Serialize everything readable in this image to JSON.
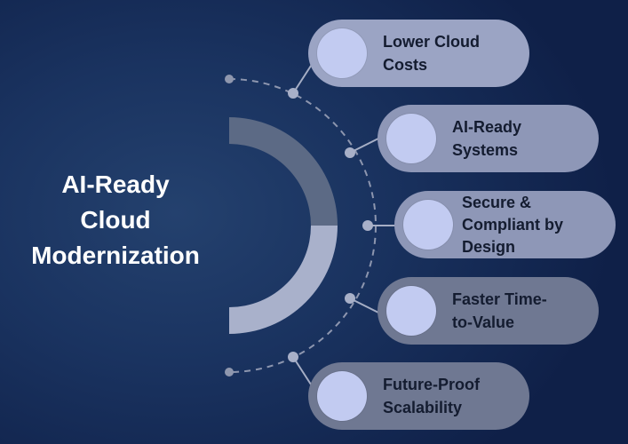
{
  "title": {
    "line1": "AI-Ready",
    "line2": "Cloud",
    "line3": "Modernization"
  },
  "colors": {
    "background": "#1a3360",
    "arc_upper": "#5c6a85",
    "arc_lower": "#a9b1cb",
    "pill_light": "#9ba4c4",
    "pill_mid": "#8e97b7",
    "pill_dark": "#6f7892",
    "circle": "#c2cbf1",
    "connector": "#a6aec5"
  },
  "items": [
    {
      "icon": "circle-icon",
      "line1": "Lower Cloud",
      "line2": "Costs"
    },
    {
      "icon": "circle-icon",
      "line1": "AI-Ready",
      "line2": "Systems"
    },
    {
      "icon": "circle-icon",
      "line1": "Secure &",
      "line2": "Compliant by",
      "line3": "Design"
    },
    {
      "icon": "circle-icon",
      "line1": "Faster Time-",
      "line2": "to-Value"
    },
    {
      "icon": "circle-icon",
      "line1": "Future-Proof",
      "line2": "Scalability"
    }
  ]
}
